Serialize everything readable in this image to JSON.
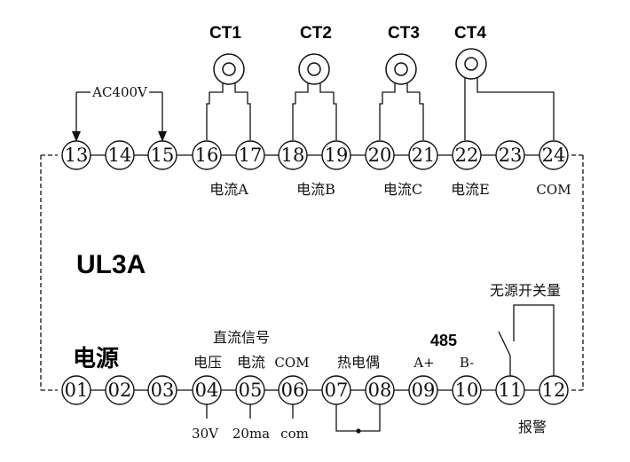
{
  "model": "UL3A",
  "top_terminals": [
    "13",
    "14",
    "15",
    "16",
    "17",
    "18",
    "19",
    "20",
    "21",
    "22",
    "23",
    "24"
  ],
  "bottom_terminals": [
    "01",
    "02",
    "03",
    "04",
    "05",
    "06",
    "07",
    "08",
    "09",
    "10",
    "11",
    "12"
  ],
  "ct": [
    "CT1",
    "CT2",
    "CT3",
    "CT4"
  ],
  "top_labels": {
    "ac400v": "AC400V",
    "current_a": "电流A",
    "current_b": "电流B",
    "current_c": "电流C",
    "current_e": "电流E",
    "com": "COM"
  },
  "bottom_labels": {
    "power": "电源",
    "dc_signal": "直流信号",
    "voltage": "电压",
    "current": "电流",
    "com": "COM",
    "thermocouple": "热电偶",
    "rs485": "485",
    "a_plus": "A+",
    "b_minus": "B-",
    "passive_switch": "无源开关量",
    "alarm": "报警",
    "v30": "30V",
    "ma20": "20ma",
    "com_lower": "com"
  }
}
